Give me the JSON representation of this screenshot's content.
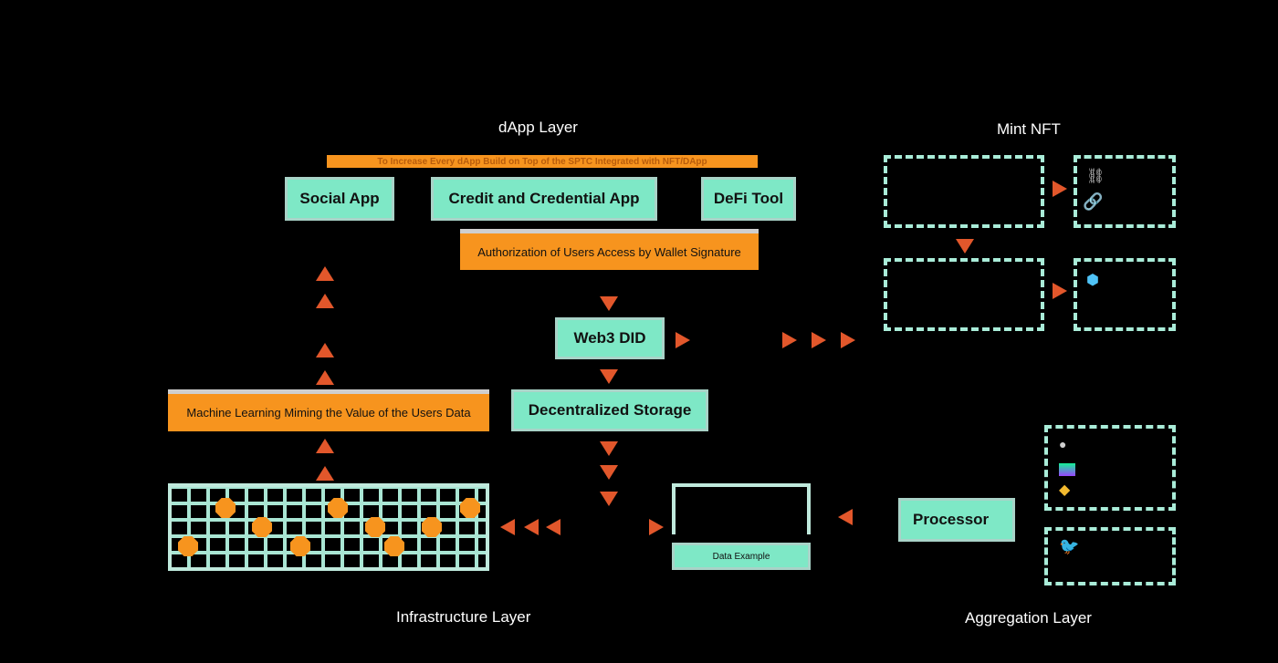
{
  "layers": {
    "dapp": "dApp Layer",
    "mint": "Mint NFT",
    "infrastructure": "Infrastructure Layer",
    "aggregation": "Aggregation Layer"
  },
  "dapp_banner": "To Increase Every dApp Build on Top of the SPTC Integrated with NFT/DApp",
  "nodes": {
    "social_app": "Social App",
    "credit_app": "Credit and Credential App",
    "defi_tool": "DeFi Tool",
    "authorization": "Authorization of Users Access by Wallet Signature",
    "web3_did": "Web3 DID",
    "decentralized_storage": "Decentralized Storage",
    "machine_learning": "Machine Learning Miming the Value of the Users Data",
    "processor": "Processor",
    "data_example": "Data Example"
  },
  "colors": {
    "node_fill": "#7ee8c6",
    "orange_fill": "#f7941e",
    "arrow": "#e2572b",
    "dashed_border": "#a9ecd8",
    "background": "#000000"
  },
  "icons": [
    "chain-icon",
    "link-icon",
    "cube-icon",
    "github-icon",
    "solana-icon",
    "binance-icon",
    "twitter-icon"
  ]
}
